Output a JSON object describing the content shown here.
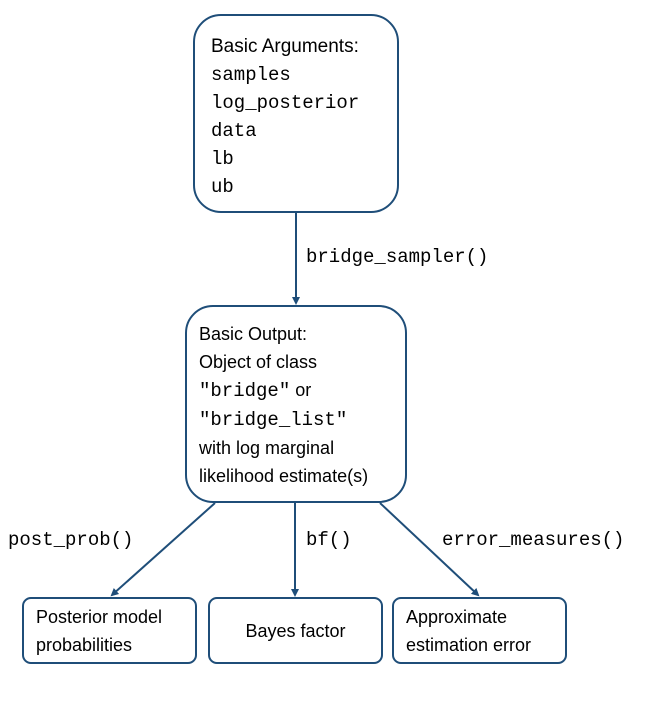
{
  "input": {
    "title": "Basic Arguments:",
    "arguments": [
      "samples",
      "log_posterior",
      "data",
      "lb",
      "ub"
    ]
  },
  "main_call": "bridge_sampler()",
  "output": {
    "line1": "Basic Output:",
    "line2": "Object of class",
    "line3_code": "\"bridge\"",
    "line3_tail": " or",
    "line4_code": "\"bridge_list\"",
    "line5": "with log marginal",
    "line6": "likelihood estimate(s)"
  },
  "functions": {
    "post_prob": "post_prob()",
    "bf": "bf()",
    "error_measures": "error_measures()"
  },
  "results": {
    "posterior": [
      "Posterior model",
      "probabilities"
    ],
    "bayes": "Bayes factor",
    "error": [
      "Approximate",
      "estimation error"
    ]
  },
  "colors": {
    "stroke": "#1f4e79",
    "text": "#000000",
    "background": "#ffffff"
  }
}
